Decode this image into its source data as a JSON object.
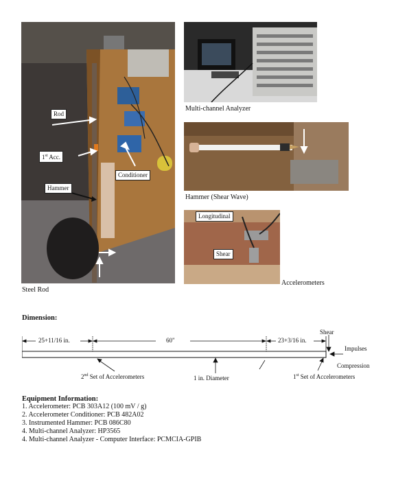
{
  "photos": {
    "steel_rod": {
      "caption": "Steel Rod",
      "labels": {
        "rod": "Rod",
        "first_acc": "1st Acc.",
        "hammer": "Hammer",
        "conditioner": "Conditioner"
      }
    },
    "analyzer": {
      "caption": "Multi-channel Analyzer"
    },
    "hammer_shear": {
      "caption": "Hammer (Shear Wave)"
    },
    "accelerometers": {
      "caption": "Accelerometers",
      "labels": {
        "longitudinal": "Longitudinal",
        "shear": "Shear"
      }
    }
  },
  "dimension": {
    "heading": "Dimension:",
    "left_length": "25+11/16 in.",
    "middle_length": "60\"",
    "right_length": "23+3/16 in.",
    "shear": "Shear",
    "impulses": "Impulses",
    "compression": "Compression",
    "second_set": "2nd Set of Accelerometers",
    "diameter": "1 in. Diameter",
    "first_set": "1st Set of Accelerometers"
  },
  "equipment": {
    "heading": "Equipment Information:",
    "items": [
      "1. Accelerometer: PCB 303A12 (100 mV / g)",
      "2. Accelerometer Conditioner: PCB 482A02",
      "3. Instrumented Hammer: PCB 086C80",
      "4. Multi-channel Analyzer: HP3565",
      "4. Multi-channel Analyzer - Computer Interface: PCMCIA-GPIB"
    ]
  }
}
